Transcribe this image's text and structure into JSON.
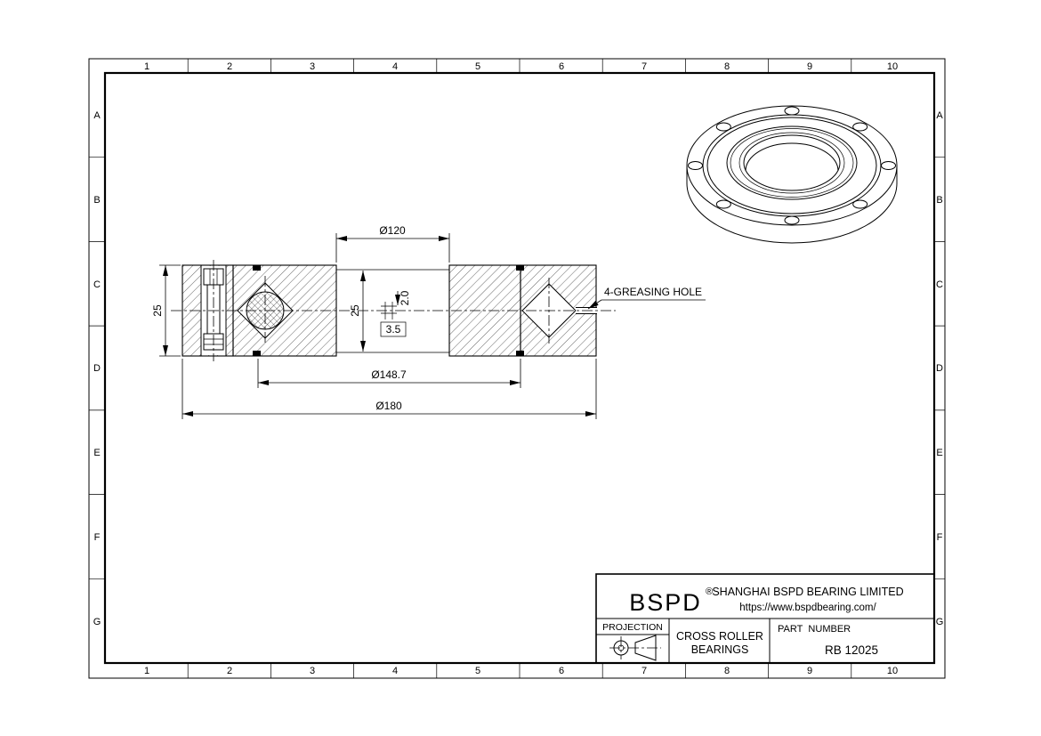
{
  "grid": {
    "columns": [
      "1",
      "2",
      "3",
      "4",
      "5",
      "6",
      "7",
      "8",
      "9",
      "10"
    ],
    "rows": [
      "A",
      "B",
      "C",
      "D",
      "E",
      "F",
      "G"
    ]
  },
  "dimensions": {
    "bore": "Ø120",
    "pitch": "Ø148.7",
    "outer": "Ø180",
    "width": "25",
    "width_inner": "25",
    "grease_depth": "2.0",
    "grease_width": "3.5",
    "greasing_note": "4-GREASING HOLE"
  },
  "title_block": {
    "logo": "BSPD",
    "logo_reg": "®",
    "company": "SHANGHAI BSPD BEARING LIMITED",
    "website": "https://www.bspdbearing.com/",
    "projection_label": "PROJECTION",
    "product_line1": "CROSS ROLLER",
    "product_line2": "BEARINGS",
    "part_number_label": "PART  NUMBER",
    "part_number": "RB 12025"
  }
}
